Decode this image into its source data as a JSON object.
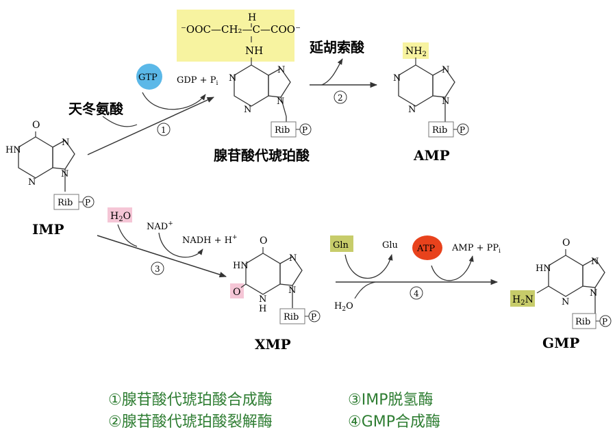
{
  "compounds": {
    "imp": "IMP",
    "adenylosuccinate": "腺苷酸代琥珀酸",
    "amp": "AMP",
    "xmp": "XMP",
    "gmp": "GMP"
  },
  "reagents": {
    "aspartate": "天冬氨酸",
    "gtp": "GTP",
    "gdp_pi": "GDP + Pi",
    "fumarate": "延胡索酸",
    "h2o_in": "H2O",
    "nad": "NAD+",
    "nadh": "NADH + H+",
    "gln": "Gln",
    "glu": "Glu",
    "atp": "ATP",
    "amp_ppi": "AMP + PPi",
    "h2o_step4": "H2O"
  },
  "steps": [
    "1",
    "2",
    "3",
    "4"
  ],
  "succinyl_group": {
    "left": "⁻OOC—CH₂—C—COO⁻",
    "h": "H",
    "nh": "NH"
  },
  "structure_labels": {
    "rib": "Rib",
    "p": "P",
    "o": "O",
    "n": "N",
    "hn": "HN",
    "h": "H",
    "nh2": "NH2",
    "h2n": "H2N"
  },
  "legend": {
    "enzyme1": "①腺苷酸代琥珀酸合成酶",
    "enzyme2": "②腺苷酸代琥珀酸裂解酶",
    "enzyme3": "③IMP脱氢酶",
    "enzyme4": "④GMP合成酶"
  },
  "colors": {
    "highlight_yellow": "#f7f3a0",
    "gtp_blue": "#5bb8e8",
    "atp_red": "#e8421c",
    "gln_olive": "#c7cc6a",
    "pink": "#f5c6d6",
    "legend_green": "#2e7d32"
  }
}
